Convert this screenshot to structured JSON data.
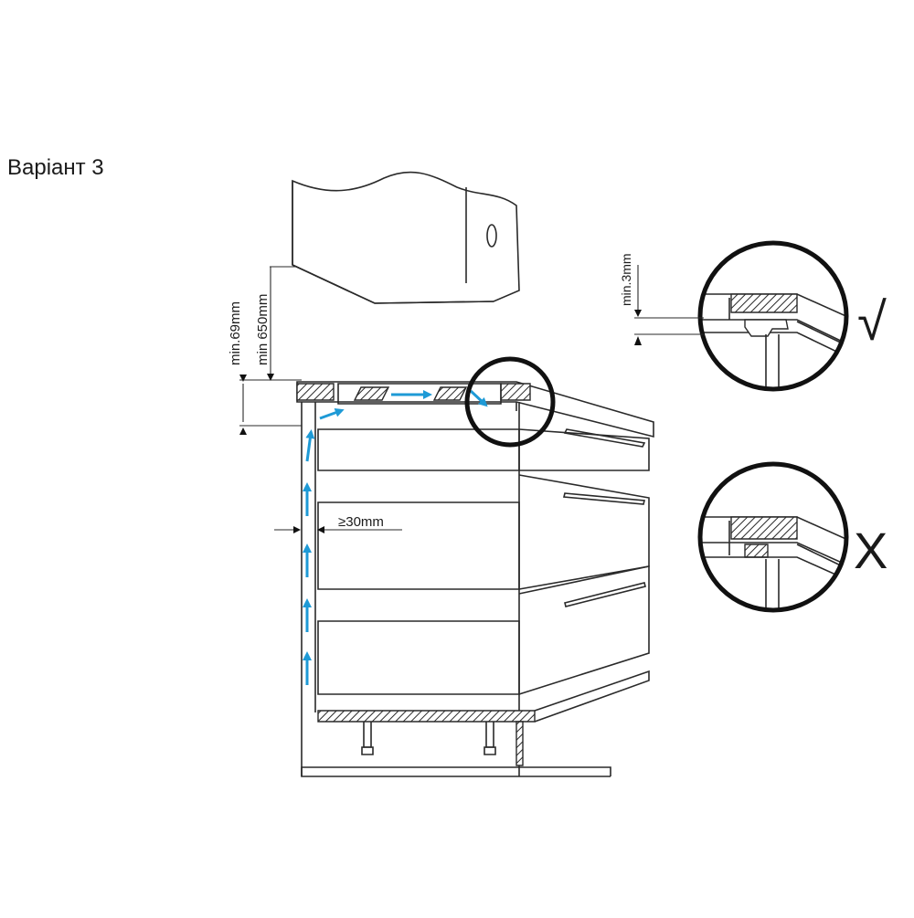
{
  "title": "Варіант 3",
  "dimensions": {
    "min_clearance_total": "min.69mm",
    "min_hood_height": "min 650mm",
    "side_gap": "≥30mm",
    "min_gap_detail": "min.3mm"
  },
  "marks": {
    "correct": "√",
    "wrong": "X"
  },
  "colors": {
    "airflow": "#1e9ad6",
    "line": "#2a2a2a",
    "background": "#ffffff"
  }
}
